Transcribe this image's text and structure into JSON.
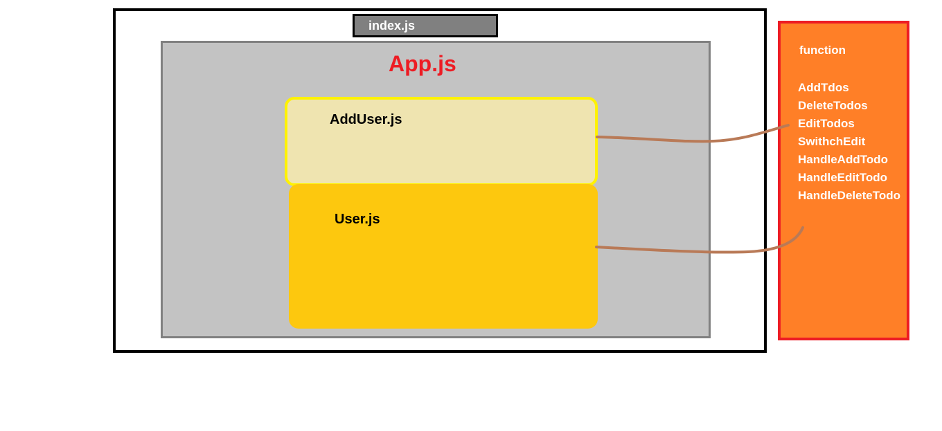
{
  "index": {
    "label": "index.js"
  },
  "app": {
    "label": "App.js"
  },
  "adduser": {
    "label": "AddUser.js"
  },
  "user": {
    "label": "User.js"
  },
  "functions": {
    "title": "function",
    "items": [
      "AddTdos",
      "DeleteTodos",
      "EditTodos",
      "SwithchEdit",
      "HandleAddTodo",
      "HandleEditTodo",
      "HandleDeleteTodo"
    ]
  },
  "colors": {
    "outer_border": "#000000",
    "index_fill": "#808080",
    "app_fill": "#c3c3c3",
    "app_title": "#ed1c24",
    "adduser_fill": "#efe4b0",
    "adduser_border": "#fff200",
    "user_fill": "#fdc80e",
    "function_fill": "#ff7f27",
    "function_border": "#ed1c24",
    "connector": "#b97a57"
  }
}
